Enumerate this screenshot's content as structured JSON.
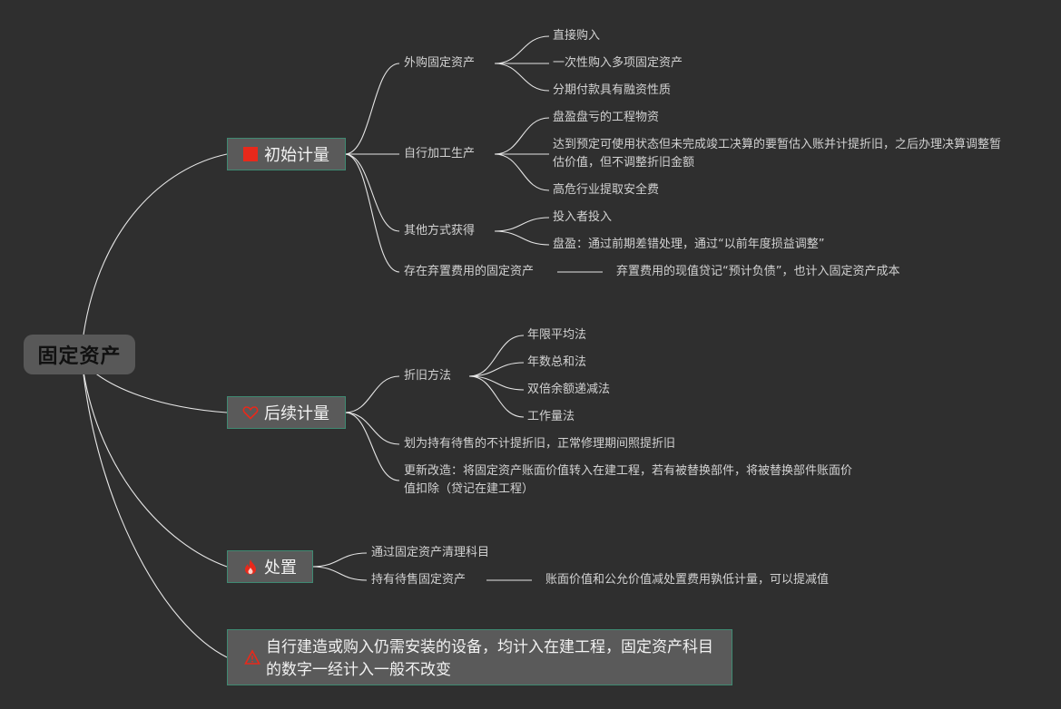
{
  "root": {
    "title": "固定资产"
  },
  "branches": {
    "initial": {
      "label": "初始计量",
      "icon": "red-square-icon",
      "groups": {
        "purchase": {
          "label": "外购固定资产",
          "items": [
            "直接购入",
            "一次性购入多项固定资产",
            "分期付款具有融资性质"
          ]
        },
        "self_built": {
          "label": "自行加工生产",
          "items": [
            "盘盈盘亏的工程物资",
            "达到预定可使用状态但未完成竣工决算的要暂估入账并计提折旧，之后办理决算调整暂估价值，但不调整折旧金额",
            "高危行业提取安全费"
          ]
        },
        "other": {
          "label": "其他方式获得",
          "items": [
            "投入者投入",
            "盘盈：通过前期差错处理，通过“以前年度损益调整”"
          ]
        },
        "abandon": {
          "label": "存在弃置费用的固定资产",
          "detail": "弃置费用的现值贷记“预计负债”，也计入固定资产成本"
        }
      }
    },
    "subsequent": {
      "label": "后续计量",
      "icon": "heart-icon",
      "depreciation": {
        "label": "折旧方法",
        "items": [
          "年限平均法",
          "年数总和法",
          "双倍余额递减法",
          "工作量法"
        ]
      },
      "held_for_sale": "划为持有待售的不计提折旧，正常修理期间照提折旧",
      "renovation": "更新改造：将固定资产账面价值转入在建工程，若有被替换部件，将被替换部件账面价值扣除（贷记在建工程）"
    },
    "disposal": {
      "label": "处置",
      "icon": "fire-icon",
      "items": {
        "clearing": "通过固定资产清理科目",
        "held_for_sale": {
          "label": "持有待售固定资产",
          "detail": "账面价值和公允价值减处置费用孰低计量，可以提减值"
        }
      }
    },
    "note": {
      "icon": "warning-icon",
      "text": "自行建造或购入仍需安装的设备，均计入在建工程，固定资产科目的数字一经计入一般不改变"
    }
  },
  "colors": {
    "background": "#2f2f2f",
    "node": "#5a5a5a",
    "border": "#3f8a72",
    "line": "#e6e6e6",
    "accent": "#e8291b"
  }
}
